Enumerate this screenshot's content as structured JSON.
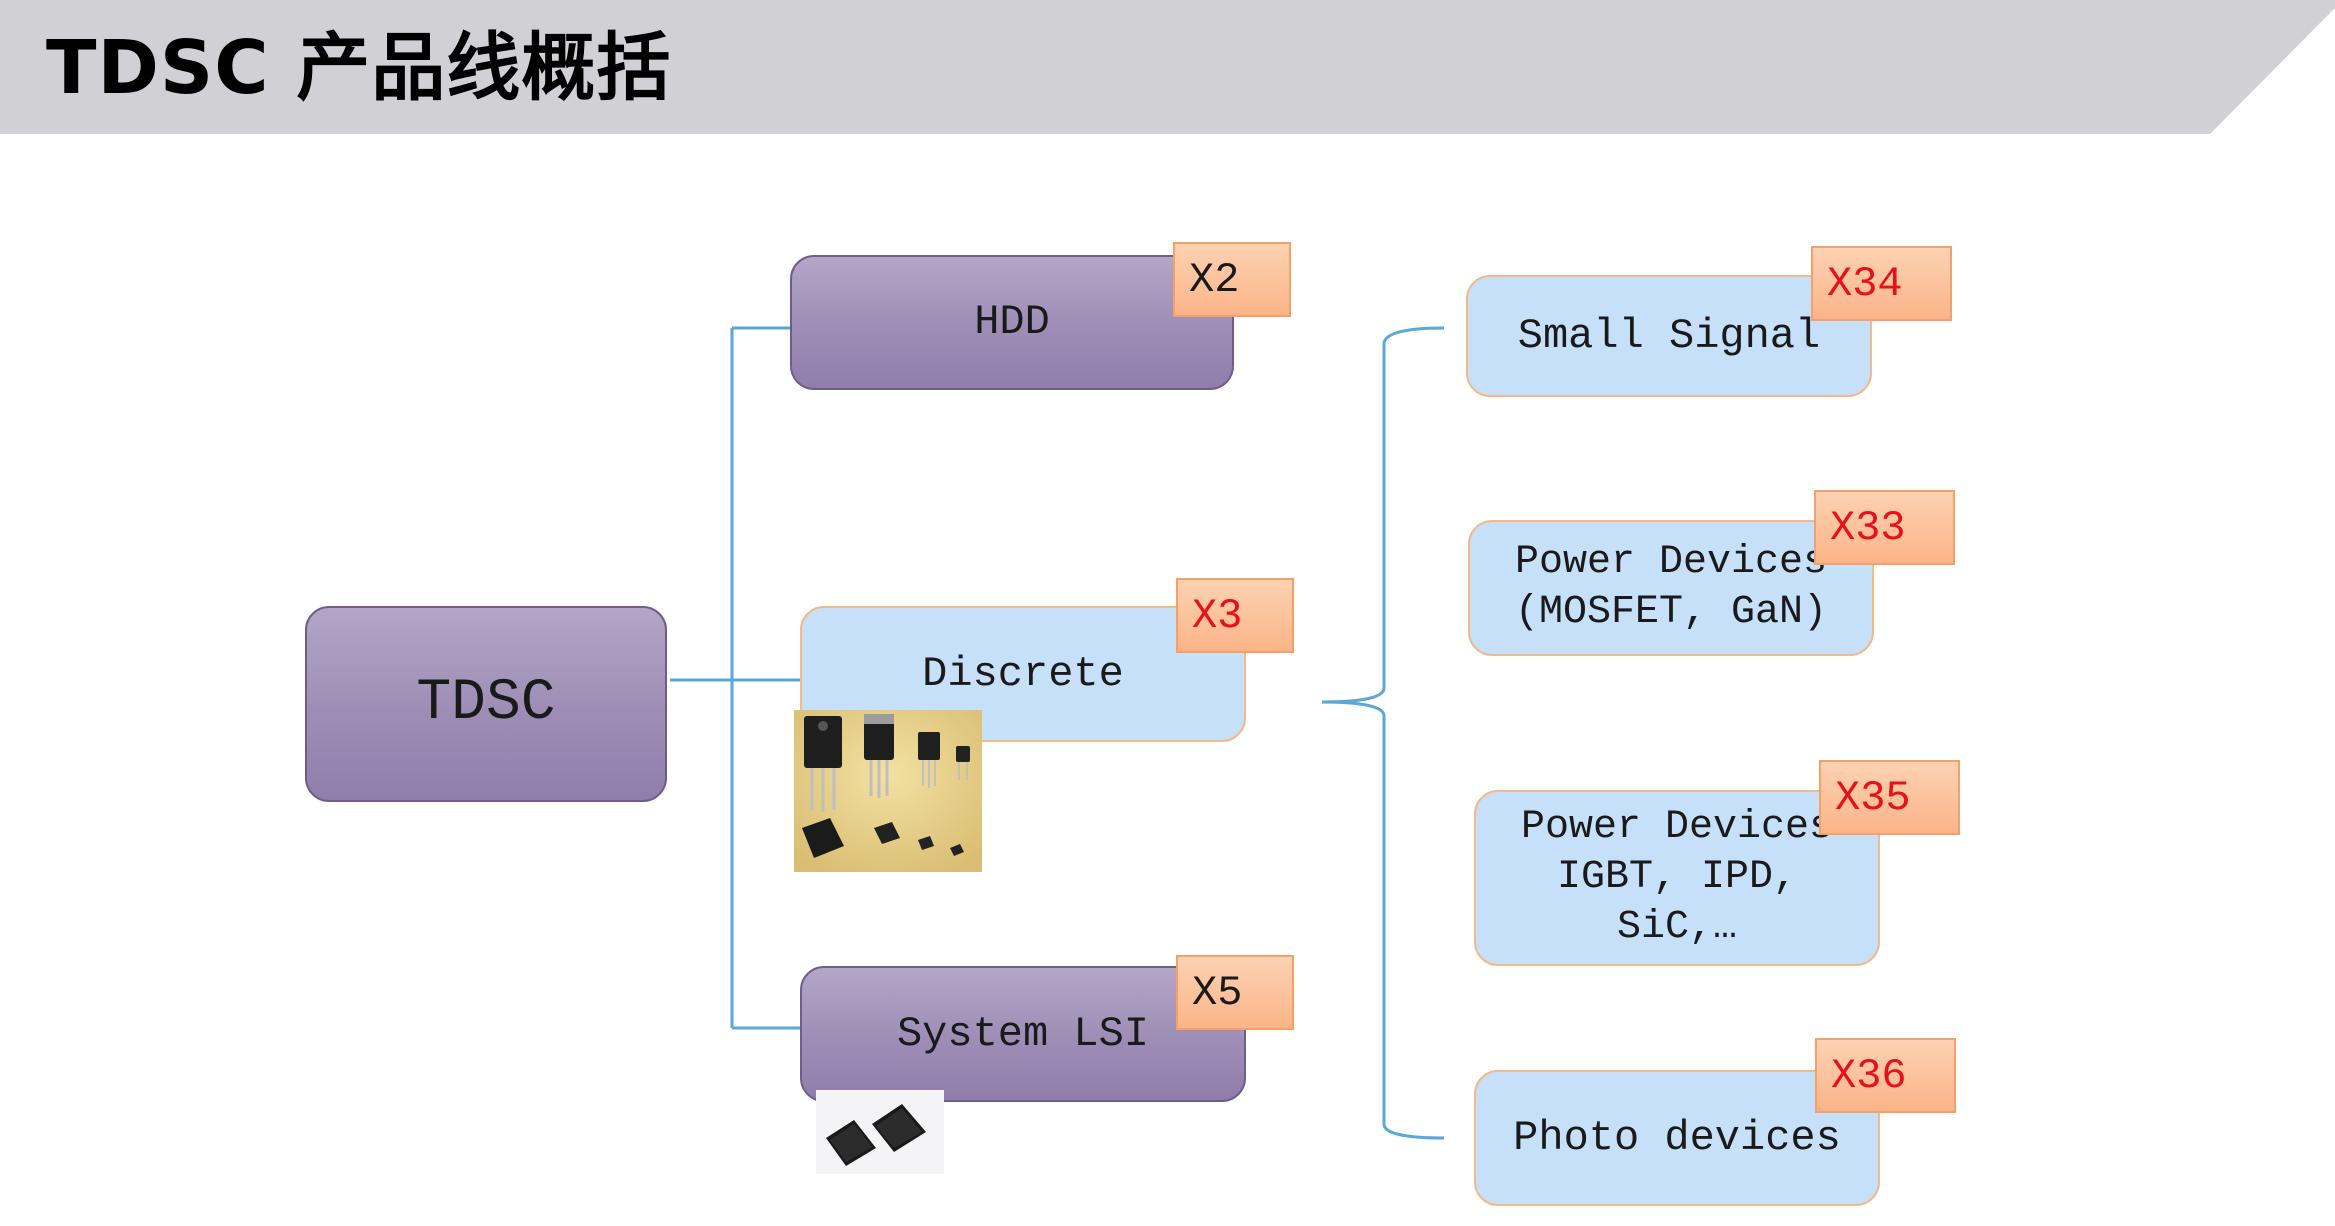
{
  "header": {
    "title": "TDSC 产品线概括"
  },
  "colors": {
    "header_band": "#d1d0d5",
    "connector": "#5aa7d8",
    "purple_node": "#9d8db6",
    "blue_node": "#c5e0f8",
    "badge_fill": "#fbb488",
    "badge_red_text": "#e8101a"
  },
  "diagram": {
    "root": {
      "label": "TDSC"
    },
    "level1": [
      {
        "label": "HDD",
        "badge": "X2",
        "badge_color": "dark"
      },
      {
        "label": "Discrete",
        "badge": "X3",
        "badge_color": "red"
      },
      {
        "label": "System LSI",
        "badge": "X5",
        "badge_color": "dark"
      }
    ],
    "level2": [
      {
        "label": "Small Signal",
        "badge": "X34",
        "badge_color": "red"
      },
      {
        "label": "Power Devices\n(MOSFET, GaN)",
        "badge": "X33",
        "badge_color": "red"
      },
      {
        "label": "Power Devices\nIGBT, IPD,\nSiC,…",
        "badge": "X35",
        "badge_color": "red"
      },
      {
        "label": "Photo devices",
        "badge": "X36",
        "badge_color": "red"
      }
    ]
  },
  "images": {
    "discrete_photo": "discrete-transistors-photo-icon",
    "lsi_photo": "lsi-chips-photo-icon"
  }
}
